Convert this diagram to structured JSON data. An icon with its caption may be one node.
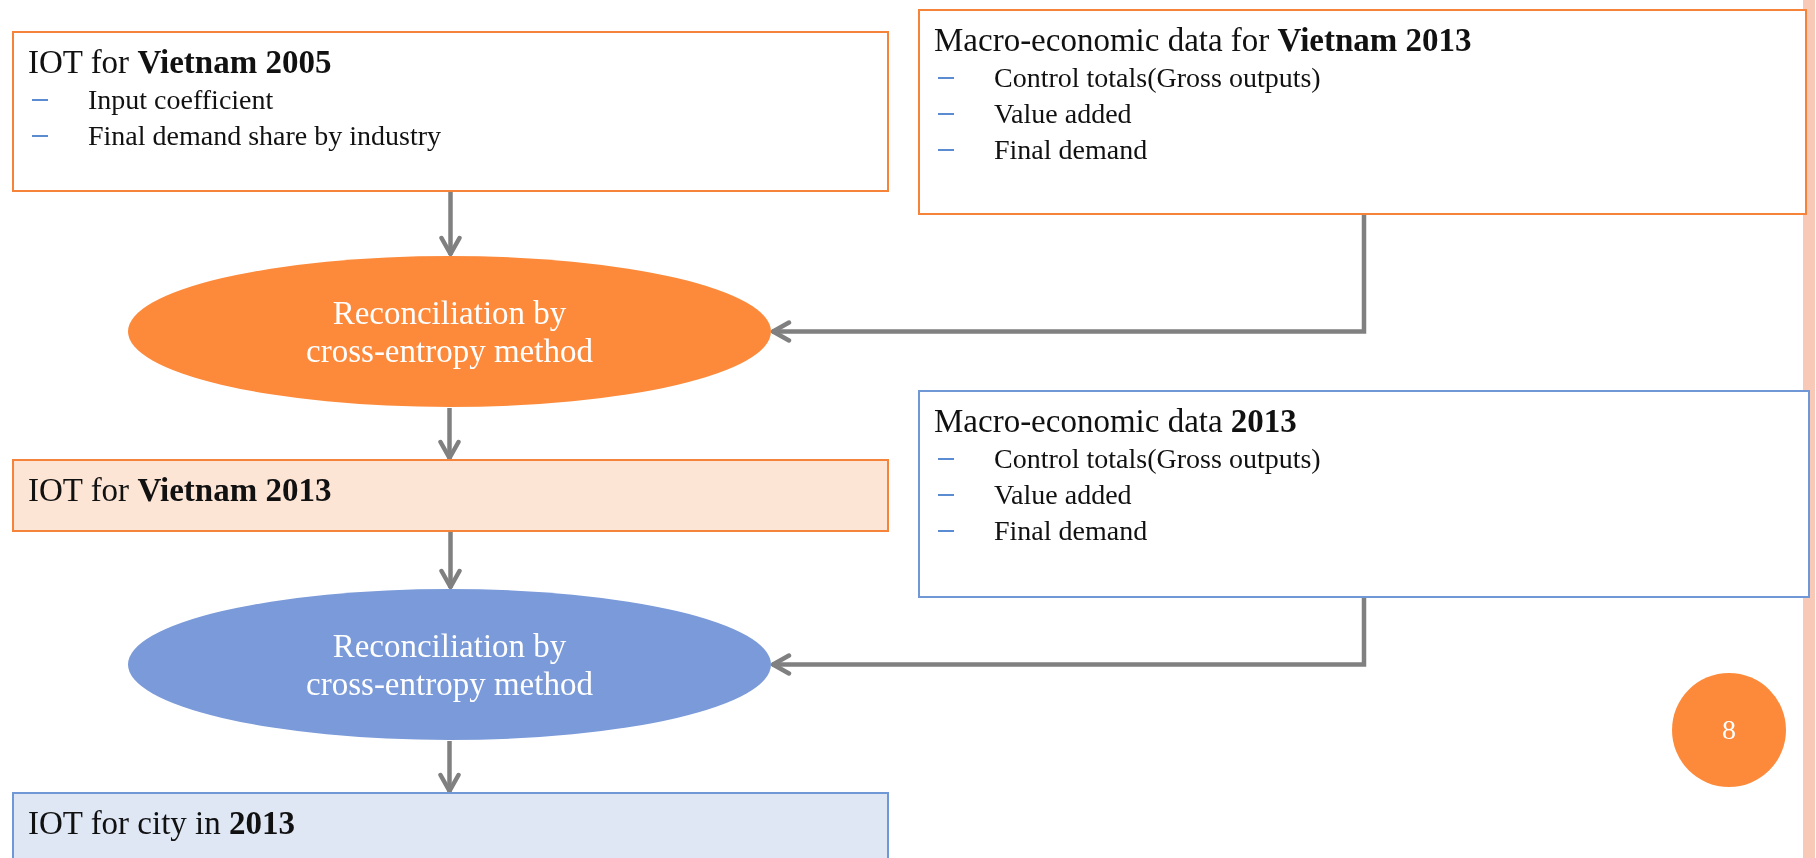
{
  "diagram": {
    "nodes": [
      {
        "text": [
          "IOT for **Vietnam 2005**",
          "Input coefficient",
          "Final demand share by industry"
        ]
      },
      {
        "text": [
          "Macro-economic data for **Vietnam 2013**",
          "Control totals(Gross outputs)",
          "Value added",
          "Final demand"
        ]
      },
      {
        "text": [
          "Reconciliation by cross-entropy method"
        ]
      },
      {
        "text": [
          "IOT for **Vietnam 2013**"
        ]
      },
      {
        "text": [
          "Macro-economic data **2013**",
          "Control totals(Gross outputs)",
          "Value added",
          "Final demand"
        ]
      },
      {
        "text": [
          "Reconciliation by cross-entropy method"
        ]
      },
      {
        "text": [
          "IOT for city in **2013**"
        ]
      },
      {
        "text": [
          "8"
        ]
      }
    ],
    "edges": [
      {
        "from": 0,
        "to": 2,
        "arrow": "to"
      },
      {
        "from": 1,
        "to": 2,
        "arrow": "to"
      },
      {
        "from": 2,
        "to": 3,
        "arrow": "to"
      },
      {
        "from": 3,
        "to": 5,
        "arrow": "to"
      },
      {
        "from": 4,
        "to": 5,
        "arrow": "to"
      },
      {
        "from": 5,
        "to": 6,
        "arrow": "to"
      }
    ]
  }
}
